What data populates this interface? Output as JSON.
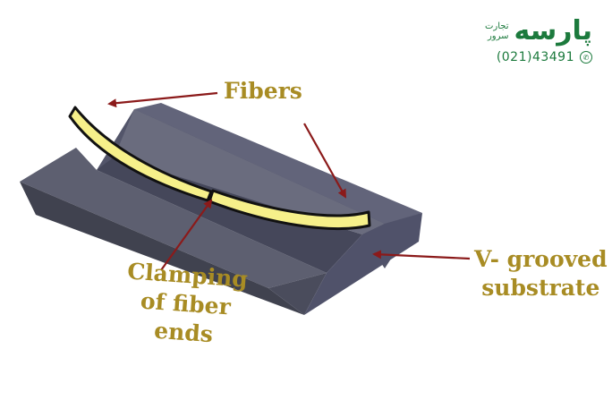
{
  "colors": {
    "label": "#a88c24",
    "arrow": "#8b1a1a",
    "fiber_fill": "#f6f08a",
    "fiber_stroke": "#111111",
    "substrate_top": "#5a5c6c",
    "substrate_side": "#3f4150",
    "substrate_front": "#4b4d5c",
    "brand": "#1c7a3d"
  },
  "labels": {
    "fibers": "Fibers",
    "vgroove": [
      "V- grooved",
      "substrate"
    ],
    "clamping": [
      "Clamping",
      "of fiber",
      "ends"
    ]
  },
  "logo": {
    "brand": "پارسه",
    "tagline": [
      "تجارت",
      "سرور"
    ],
    "phone": "(021)43491",
    "icon": "phone-icon"
  }
}
